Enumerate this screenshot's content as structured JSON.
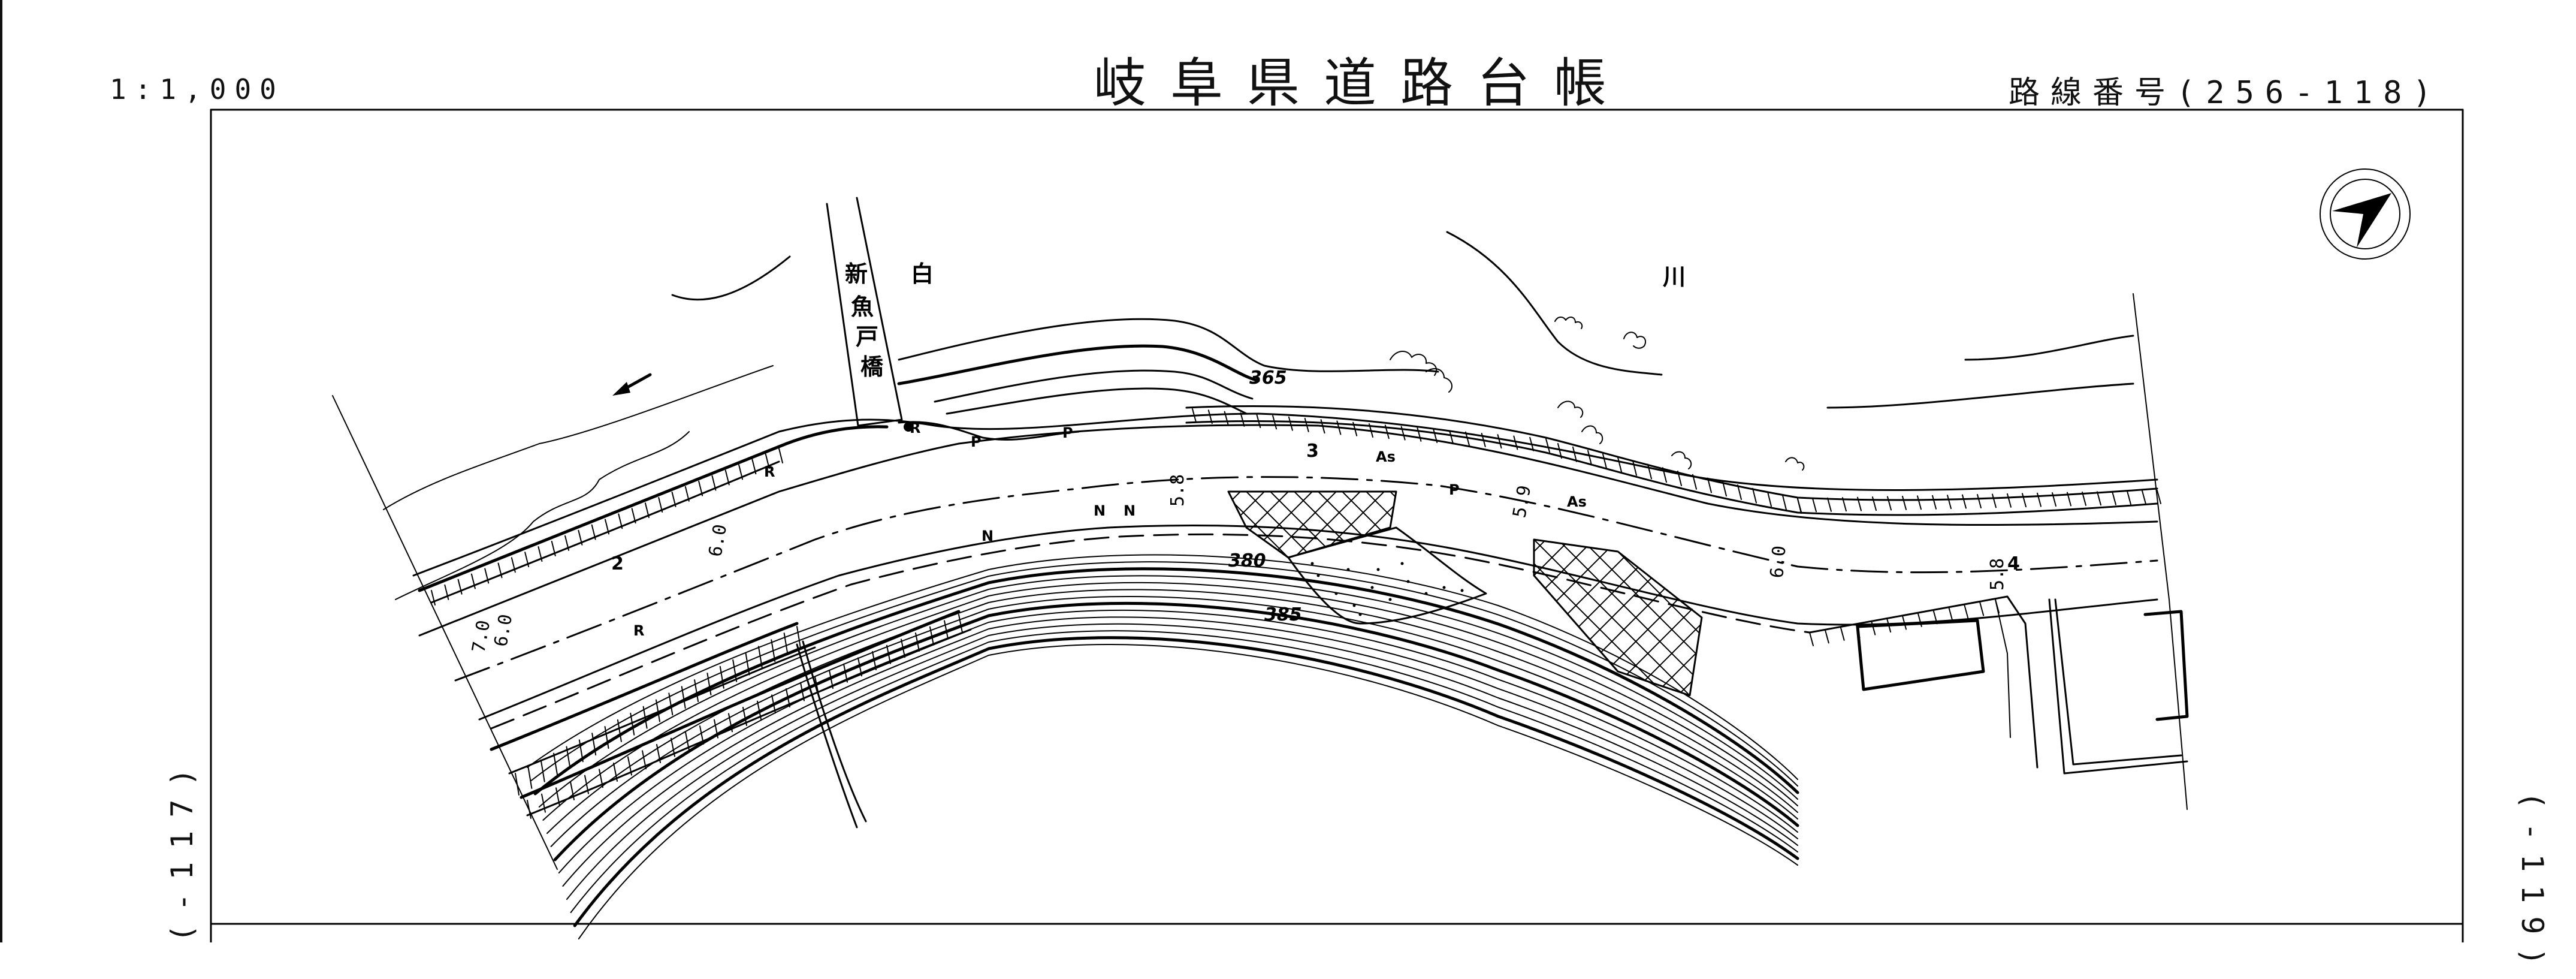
{
  "header": {
    "scale": "1:1,000",
    "title": "岐阜県道路台帳",
    "route_number": "路線番号(256-118)"
  },
  "sheet_neighbors": {
    "left": "(-117)",
    "right": "(-119)"
  },
  "map": {
    "north_arrow_icon": "north-arrow-icon",
    "flow_arrow_icon": "river-flow-arrow-icon",
    "bridge_name": [
      "新",
      "魚",
      "戸",
      "橋"
    ],
    "river_name": [
      "白",
      "川"
    ],
    "contour_labels": [
      "365",
      "380",
      "385"
    ],
    "station_labels": [
      "2",
      "3",
      "4"
    ],
    "surface_labels": [
      "As",
      "As"
    ],
    "width_dimensions": [
      "6.0",
      "7.0",
      "6.0",
      "5.8",
      "5.9",
      "6.0",
      "5.8"
    ],
    "feature_labels": {
      "retaining_wall": "R",
      "pavement": "P",
      "embankment_marker": "N"
    }
  }
}
